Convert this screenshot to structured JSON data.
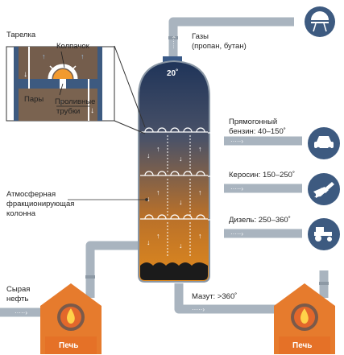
{
  "labels": {
    "tray_title": "Тарелка",
    "cap": "Колпачок",
    "vapors": "Пары",
    "downcomers_1": "Проливные",
    "downcomers_2": "трубки",
    "column_1": "Атмосферная",
    "column_2": "фракционирующая",
    "column_3": "колонна",
    "crude_1": "Сырая",
    "crude_2": "нефть",
    "temp_top": "20˚",
    "gases_1": "Газы",
    "gases_2": "(пропан, бутан)",
    "gasoline_1": "Прямогонный",
    "gasoline_2": "бензин: 40–150˚",
    "kerosene": "Керосин: 150–250˚",
    "diesel": "Дизель: 250–360˚",
    "fuel_oil": "Мазут: >360˚",
    "furnace_left": "Печь",
    "furnace_right": "Печь"
  },
  "icons": [
    "grill-icon",
    "car-icon",
    "airplane-icon",
    "tractor-icon",
    "fire-icon"
  ],
  "colors": {
    "pipe": "#a7b3bf",
    "column_top": "#2b3f66",
    "column_bottom": "#d9831f",
    "furnace": "#e67a2c",
    "icon_circle": "#3d5a80",
    "line": "#333333"
  }
}
